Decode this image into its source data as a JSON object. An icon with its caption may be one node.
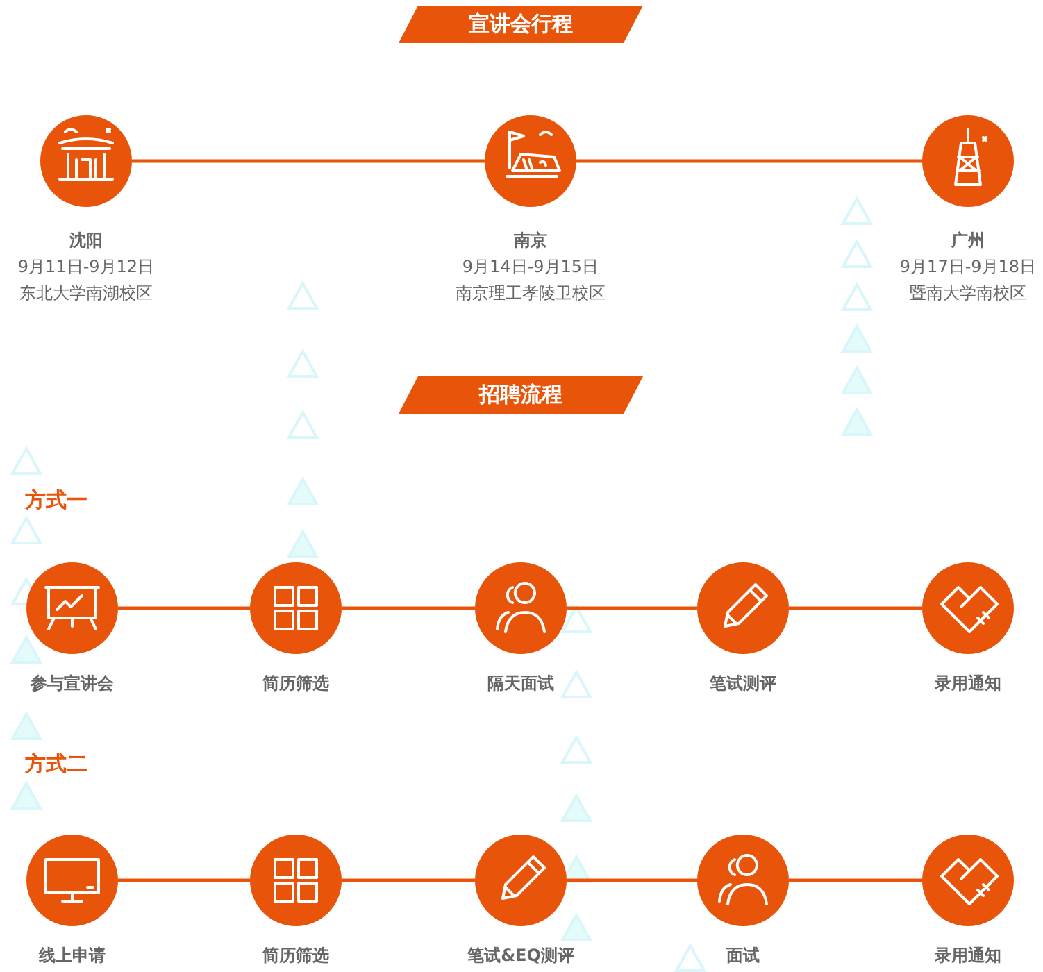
{
  "diagram": {
    "nodes": [
      {
        "text": [],
        "shape": "circle",
        "beside": [
          "沈阳",
          "9月11日-9月12日",
          "东北大学南湖校区"
        ]
      },
      {
        "text": [],
        "shape": "circle",
        "beside": [
          "南京",
          "9月14日-9月15日",
          "南京理工孝陵卫校区"
        ]
      },
      {
        "text": [],
        "shape": "circle",
        "beside": [
          "广州",
          "9月17日-9月18日",
          "暨南大学南校区"
        ]
      },
      {
        "text": [],
        "shape": "circle",
        "beside": [
          "参与宣讲会"
        ]
      },
      {
        "text": [],
        "shape": "circle",
        "beside": [
          "简历筛选"
        ]
      },
      {
        "text": [],
        "shape": "circle",
        "beside": [
          "隔天面试"
        ]
      },
      {
        "text": [],
        "shape": "circle",
        "beside": [
          "笔试测评"
        ]
      },
      {
        "text": [],
        "shape": "circle",
        "beside": [
          "录用通知"
        ]
      },
      {
        "text": [],
        "shape": "circle",
        "beside": [
          "线上申请"
        ]
      },
      {
        "text": [],
        "shape": "circle",
        "beside": [
          "简历筛选"
        ]
      },
      {
        "text": [],
        "shape": "circle",
        "beside": [
          "笔试&EQ测评"
        ]
      },
      {
        "text": [],
        "shape": "circle",
        "beside": [
          "面试"
        ]
      },
      {
        "text": [],
        "shape": "circle",
        "beside": [
          "录用通知"
        ]
      }
    ],
    "edges": [
      {
        "from": 0,
        "to": 1,
        "arrow": "none"
      },
      {
        "from": 1,
        "to": 2,
        "arrow": "none"
      },
      {
        "from": 3,
        "to": 4,
        "arrow": "none"
      },
      {
        "from": 4,
        "to": 5,
        "arrow": "none"
      },
      {
        "from": 5,
        "to": 6,
        "arrow": "none"
      },
      {
        "from": 6,
        "to": 7,
        "arrow": "none"
      },
      {
        "from": 8,
        "to": 9,
        "arrow": "none"
      },
      {
        "from": 9,
        "to": 10,
        "arrow": "none"
      },
      {
        "from": 10,
        "to": 11,
        "arrow": "none"
      },
      {
        "from": 11,
        "to": 12,
        "arrow": "none"
      }
    ],
    "labels": [
      "宣讲会行程",
      "招聘流程",
      "方式一",
      "方式二"
    ]
  }
}
